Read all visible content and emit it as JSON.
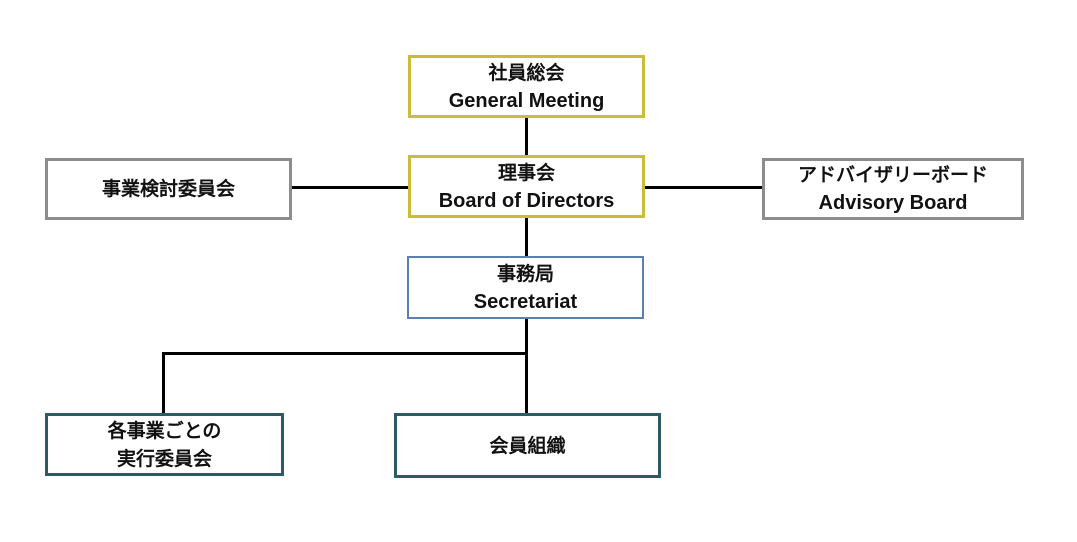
{
  "diagram": {
    "type": "organization-chart",
    "colors": {
      "top_border": "#c9be3a",
      "side_border": "#8c8c8c",
      "secretariat_border": "#5b7faf",
      "bottom_border": "#2e5a66",
      "connector": "#000000"
    },
    "nodes": {
      "general_meeting": {
        "jp": "社員総会",
        "en": "General Meeting"
      },
      "board": {
        "jp": "理事会",
        "en": "Board of Directors"
      },
      "business_review_committee": {
        "jp": "事業検討委員会"
      },
      "advisory_board": {
        "jp": "アドバイザリーボード",
        "en": "Advisory Board"
      },
      "secretariat": {
        "jp": "事務局",
        "en": "Secretariat"
      },
      "executive_committees": {
        "jp_line1": "各事業ごとの",
        "jp_line2": "実行委員会"
      },
      "member_organization": {
        "jp": "会員組織"
      }
    },
    "edges": [
      [
        "general_meeting",
        "board"
      ],
      [
        "board",
        "business_review_committee"
      ],
      [
        "board",
        "advisory_board"
      ],
      [
        "board",
        "secretariat"
      ],
      [
        "secretariat",
        "executive_committees"
      ],
      [
        "secretariat",
        "member_organization"
      ]
    ]
  }
}
